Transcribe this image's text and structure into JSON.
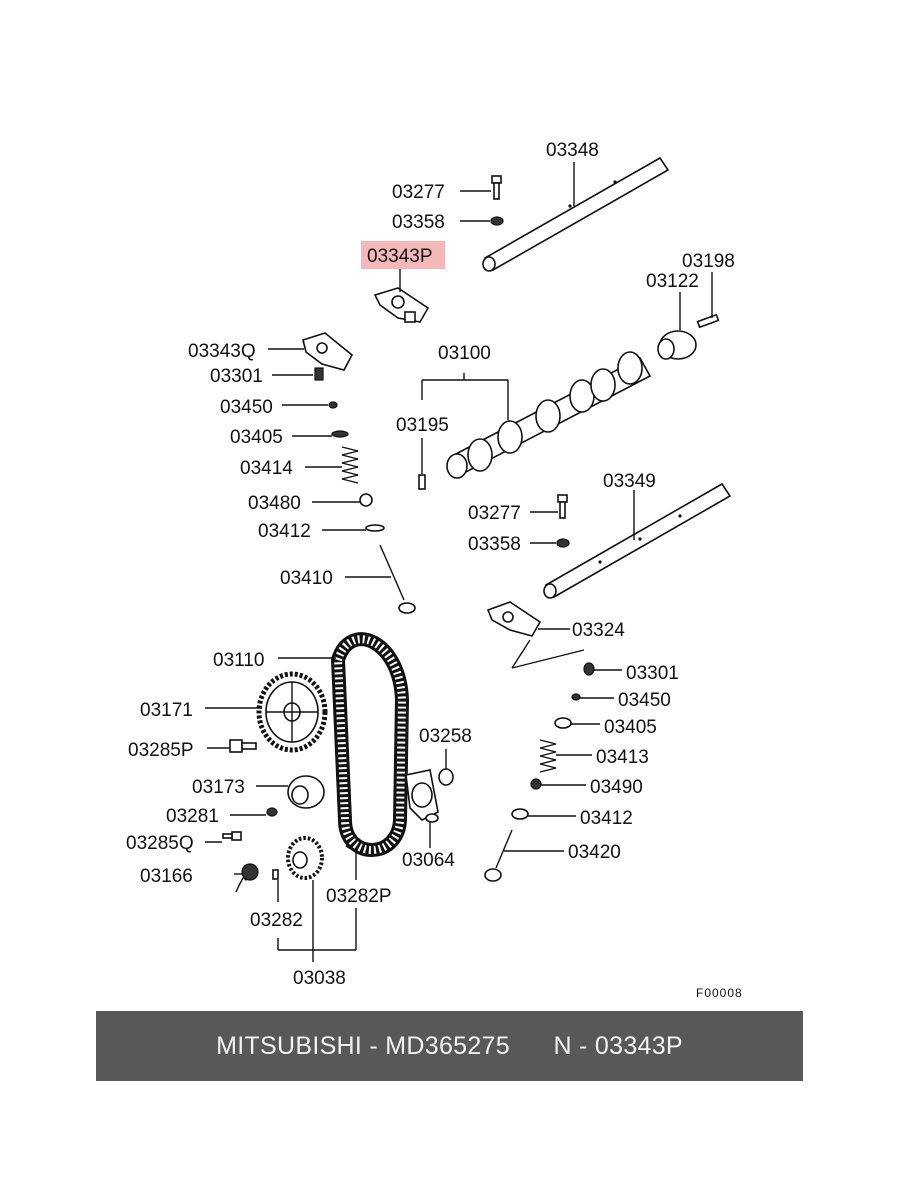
{
  "diagram": {
    "highlight_part": "03343P",
    "reference_code": "F00008",
    "labels": [
      "03348",
      "03277",
      "03358",
      "03343P",
      "03198",
      "03122",
      "03343Q",
      "03301",
      "03100",
      "03450",
      "03405",
      "03195",
      "03414",
      "03349",
      "03480",
      "03277",
      "03412",
      "03358",
      "03410",
      "03324",
      "03110",
      "03301",
      "03171",
      "03450",
      "03405",
      "03258",
      "03285P",
      "03413",
      "03173",
      "03490",
      "03281",
      "03412",
      "03285Q",
      "03064",
      "03420",
      "03166",
      "03282P",
      "03282",
      "03038"
    ],
    "highlight_color": "#f4b8b8"
  },
  "footer": {
    "text": "MITSUBISHI - MD365275      N - 03343P",
    "background": "#58585a"
  }
}
